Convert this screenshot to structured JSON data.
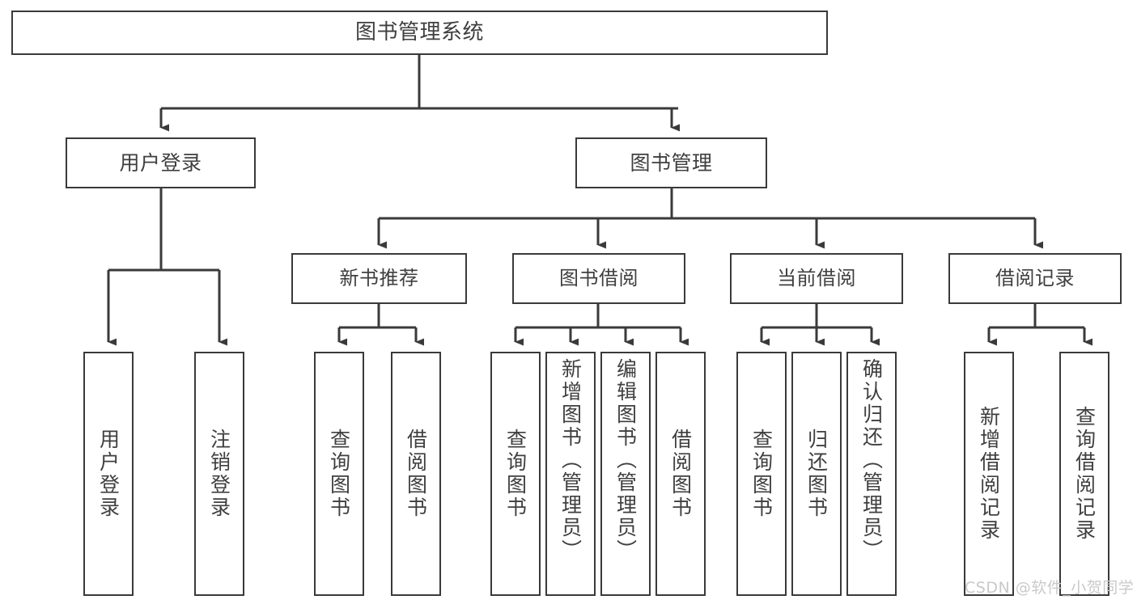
{
  "diagram": {
    "type": "tree-hierarchy-chart",
    "title": "图书管理系统",
    "line_color": "#3a3a3a",
    "text_color": "#3f3f3f",
    "background": "#ffffff",
    "nodes": {
      "root": {
        "label": "图书管理系统"
      },
      "user_login": {
        "label": "用户登录"
      },
      "book_manage": {
        "label": "图书管理"
      },
      "new_book_rec": {
        "label": "新书推荐"
      },
      "book_borrow": {
        "label": "图书借阅"
      },
      "current_borrow": {
        "label": "当前借阅"
      },
      "borrow_record": {
        "label": "借阅记录"
      },
      "leaf_user_login": {
        "label": "用户登录"
      },
      "leaf_logout": {
        "label": "注销登录"
      },
      "leaf_query_book_1": {
        "label": "查询图书"
      },
      "leaf_borrow_book_1": {
        "label": "借阅图书"
      },
      "leaf_query_book_2": {
        "label": "查询图书"
      },
      "leaf_add_book": {
        "label": "新增图书（管理员）"
      },
      "leaf_edit_book": {
        "label": "编辑图书（管理员）"
      },
      "leaf_borrow_book_2": {
        "label": "借阅图书"
      },
      "leaf_query_book_3": {
        "label": "查询图书"
      },
      "leaf_return_book": {
        "label": "归还图书"
      },
      "leaf_confirm_return": {
        "label": "确认归还（管理员）"
      },
      "leaf_add_record": {
        "label": "新增借阅记录"
      },
      "leaf_query_record": {
        "label": "查询借阅记录"
      }
    },
    "watermark": "CSDN @软件_小贺同学"
  }
}
